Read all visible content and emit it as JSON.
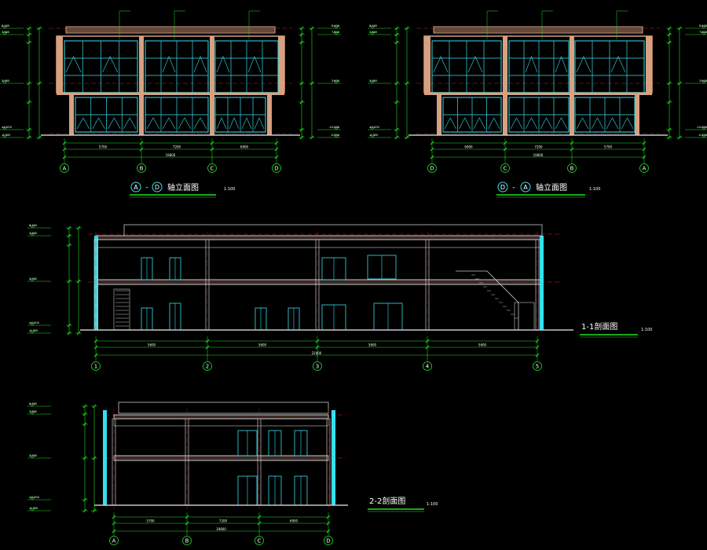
{
  "colors": {
    "background": "#000000",
    "wall": "#d8a080",
    "glass": "#33e0ee",
    "dim": "#22dd22",
    "axis_red": "#cc2222",
    "text": "#ffffff",
    "structure": "#c8c8c8",
    "roof_fill": "#3a2a26"
  },
  "views": {
    "elev_ad": {
      "title_a": "A",
      "title_sep": "-",
      "title_b": "D",
      "title": "轴立面图",
      "scale": "1:100",
      "axes": [
        "A",
        "B",
        "C",
        "D"
      ],
      "dims_seg": [
        "5700",
        "7200",
        "6900"
      ],
      "dims_total": "19800"
    },
    "elev_da": {
      "title_a": "D",
      "title_sep": "-",
      "title_b": "A",
      "title": "轴立面图",
      "scale": "1:100",
      "axes": [
        "D",
        "C",
        "B",
        "A"
      ],
      "dims_seg": [
        "6900",
        "7200",
        "5700"
      ],
      "dims_total": "19800"
    },
    "sec_11": {
      "title": "1-1剖面图",
      "scale": "1:100",
      "axes": [
        "1",
        "2",
        "3",
        "4",
        "5"
      ],
      "dims_seg": [
        "5600",
        "5600",
        "5600",
        "5600"
      ],
      "dims_total": "22400"
    },
    "sec_22": {
      "title": "2-2剖面图",
      "scale": "1:100",
      "axes": [
        "A",
        "B",
        "C",
        "D"
      ],
      "dims_seg": [
        "5700",
        "7200",
        "6900"
      ],
      "dims_total": "19800"
    }
  },
  "levels": [
    "8.400",
    "7.800",
    "3.900",
    "±0.000",
    "-0.300"
  ]
}
